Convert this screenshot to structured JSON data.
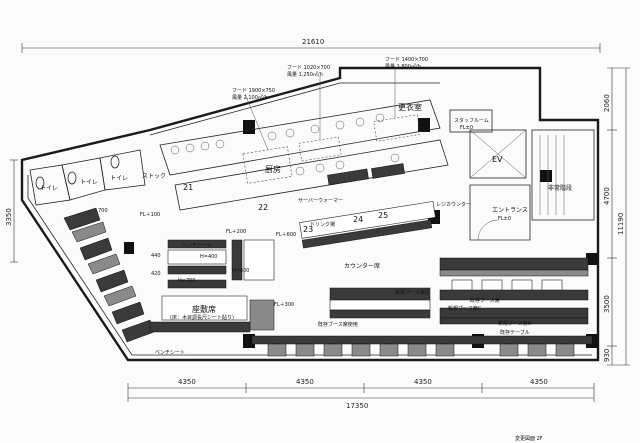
{
  "dimensions": {
    "top_total": "21610",
    "bottom_total": "17350",
    "bottom_segments": [
      "4350",
      "4350",
      "4350",
      "4350"
    ],
    "left_height": "3350",
    "right_segments": [
      "2060",
      "4700",
      "3500",
      "930"
    ],
    "right_total": "11190"
  },
  "rooms": {
    "locker_room": "更衣室",
    "kitchen": "厨房",
    "ev": "EV",
    "emergency_stairs": "非常階段",
    "entrance": "エントランス",
    "entrance_fl": "FL±0",
    "staff_room": "スタッフルーム",
    "staff_room_fl": "FL±0",
    "toilet_1": "トイレ",
    "toilet_2": "トイレ",
    "toilet_3": "トイレ",
    "storage": "ストック",
    "tatami": "座敷席",
    "tatami_note": "(床：木目調長尺シート貼り)",
    "counter": "カウンター席"
  },
  "hoods": {
    "hood_a": "フード 1900×750",
    "hood_a_air": "風量 2,100㎥/h",
    "hood_b": "フード 1020×700",
    "hood_b_air": "風量 1,250㎥/h",
    "hood_c": "フード 1400×700",
    "hood_c_air": "風量 1,800㎥/h"
  },
  "area_labels": {
    "booth_c": "新規ブース席C",
    "booth_d": "新規ブース席D",
    "booth_a": "新規ブース席A",
    "existing_booth": "既存ブース席",
    "existing_booth_reuse": "既存ブース席使用",
    "existing_table": "既存テーブル",
    "cashier": "レジカウンター",
    "sake_server": "サーバーウォーマー",
    "drink_station": "ドリンク場",
    "bench_seat": "ベンチシート"
  },
  "levels": {
    "fl_100": "FL＋100",
    "fl_200": "FL＋200",
    "fl_300": "FL＋300",
    "fl_600": "FL＋600"
  },
  "seat_numbers": [
    "22",
    "23",
    "24",
    "25",
    "21"
  ],
  "heights": {
    "h700": "H=700",
    "h600": "H=600",
    "h400": "H=400",
    "w700": "700",
    "w440": "440",
    "w420": "420"
  },
  "footer_text": "変更図面 2F"
}
